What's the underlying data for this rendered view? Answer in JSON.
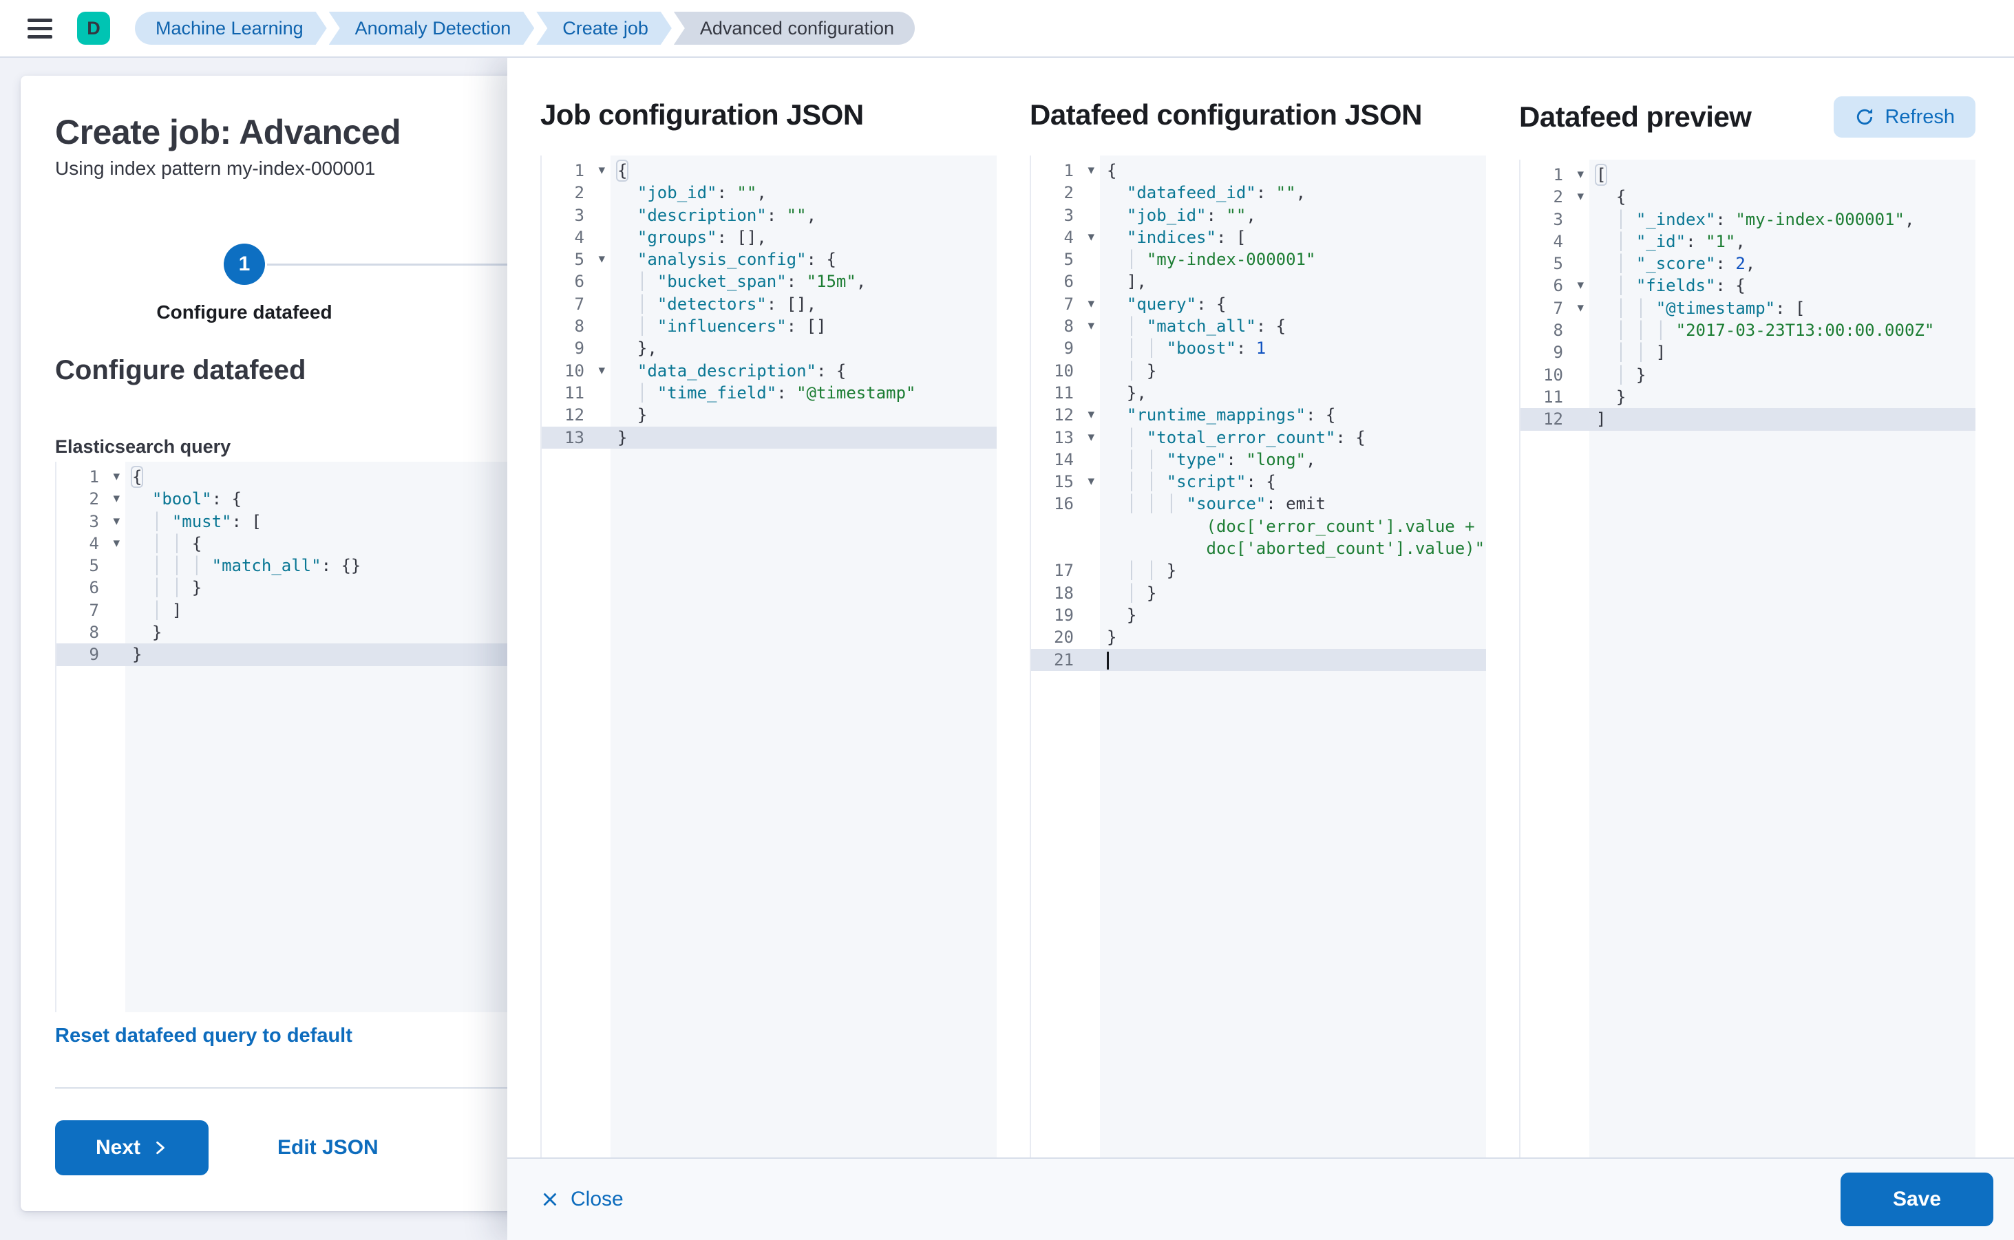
{
  "colors": {
    "primary_blue": "#0d6fc2",
    "link_blue": "#0d6cbd",
    "avatar_teal": "#00c4b3",
    "breadcrumb_blue_bg": "#d3e5f7",
    "breadcrumb_gray_bg": "#d3dae6",
    "editor_bg": "#f5f7fa",
    "active_line_bg": "#dfe4ee",
    "code_key": "#0a7794",
    "code_string": "#1c7d33",
    "code_number": "#0f52c0"
  },
  "topbar": {
    "avatar_letter": "D",
    "breadcrumbs": [
      {
        "label": "Machine Learning",
        "current": false
      },
      {
        "label": "Anomaly Detection",
        "current": false
      },
      {
        "label": "Create job",
        "current": false
      },
      {
        "label": "Advanced configuration",
        "current": true
      }
    ]
  },
  "wizard": {
    "title": "Create job: Advanced",
    "subtitle": "Using index pattern my-index-000001",
    "step_number": "1",
    "step_label": "Configure datafeed",
    "section_heading": "Configure datafeed",
    "query_editor_label": "Elasticsearch query",
    "reset_link": "Reset datafeed query to default",
    "next_button": "Next",
    "edit_json_button": "Edit JSON"
  },
  "es_query_editor": {
    "active_line": 9,
    "lines": [
      {
        "n": 1,
        "fold": true,
        "bh": true,
        "t": "{"
      },
      {
        "n": 2,
        "fold": true,
        "t": "  \"bool\": {"
      },
      {
        "n": 3,
        "fold": true,
        "t": "    \"must\": ["
      },
      {
        "n": 4,
        "fold": true,
        "t": "      {"
      },
      {
        "n": 5,
        "fold": false,
        "t": "        \"match_all\": {}"
      },
      {
        "n": 6,
        "fold": false,
        "t": "      }"
      },
      {
        "n": 7,
        "fold": false,
        "t": "    ]"
      },
      {
        "n": 8,
        "fold": false,
        "t": "  }"
      },
      {
        "n": 9,
        "fold": false,
        "t": "}"
      }
    ]
  },
  "flyout": {
    "job_editor": {
      "title": "Job configuration JSON",
      "active_line": 13,
      "lines": [
        {
          "n": 1,
          "fold": true,
          "bh": true,
          "t": "{"
        },
        {
          "n": 2,
          "fold": false,
          "t": "  \"job_id\": \"\","
        },
        {
          "n": 3,
          "fold": false,
          "t": "  \"description\": \"\","
        },
        {
          "n": 4,
          "fold": false,
          "t": "  \"groups\": [],"
        },
        {
          "n": 5,
          "fold": true,
          "t": "  \"analysis_config\": {"
        },
        {
          "n": 6,
          "fold": false,
          "t": "    \"bucket_span\": \"15m\","
        },
        {
          "n": 7,
          "fold": false,
          "t": "    \"detectors\": [],"
        },
        {
          "n": 8,
          "fold": false,
          "t": "    \"influencers\": []"
        },
        {
          "n": 9,
          "fold": false,
          "t": "  },"
        },
        {
          "n": 10,
          "fold": true,
          "t": "  \"data_description\": {"
        },
        {
          "n": 11,
          "fold": false,
          "t": "    \"time_field\": \"@timestamp\""
        },
        {
          "n": 12,
          "fold": false,
          "t": "  }"
        },
        {
          "n": 13,
          "fold": false,
          "t": "}"
        }
      ]
    },
    "datafeed_editor": {
      "title": "Datafeed configuration JSON",
      "active_line": 21,
      "cursor_line": 21,
      "lines": [
        {
          "n": 1,
          "fold": true,
          "t": "{"
        },
        {
          "n": 2,
          "fold": false,
          "t": "  \"datafeed_id\": \"\","
        },
        {
          "n": 3,
          "fold": false,
          "t": "  \"job_id\": \"\","
        },
        {
          "n": 4,
          "fold": true,
          "t": "  \"indices\": ["
        },
        {
          "n": 5,
          "fold": false,
          "t": "    \"my-index-000001\""
        },
        {
          "n": 6,
          "fold": false,
          "t": "  ],"
        },
        {
          "n": 7,
          "fold": true,
          "t": "  \"query\": {"
        },
        {
          "n": 8,
          "fold": true,
          "t": "    \"match_all\": {"
        },
        {
          "n": 9,
          "fold": false,
          "t": "      \"boost\": 1"
        },
        {
          "n": 10,
          "fold": false,
          "t": "    }"
        },
        {
          "n": 11,
          "fold": false,
          "t": "  },"
        },
        {
          "n": 12,
          "fold": true,
          "t": "  \"runtime_mappings\": {"
        },
        {
          "n": 13,
          "fold": true,
          "t": "    \"total_error_count\": {"
        },
        {
          "n": 14,
          "fold": false,
          "t": "      \"type\": \"long\","
        },
        {
          "n": 15,
          "fold": true,
          "t": "      \"script\": {"
        },
        {
          "n": 16,
          "fold": false,
          "t": "        \"source\": \"emit",
          "wrap": [
            "          (doc['error_count'].value +",
            "          doc['aborted_count'].value)\""
          ]
        },
        {
          "n": 17,
          "fold": false,
          "t": "      }"
        },
        {
          "n": 18,
          "fold": false,
          "t": "    }"
        },
        {
          "n": 19,
          "fold": false,
          "t": "  }"
        },
        {
          "n": 20,
          "fold": false,
          "t": "}"
        },
        {
          "n": 21,
          "fold": false,
          "t": ""
        }
      ]
    },
    "preview": {
      "title": "Datafeed preview",
      "refresh_button": "Refresh",
      "active_line": 12,
      "lines": [
        {
          "n": 1,
          "fold": true,
          "bh": true,
          "t": "["
        },
        {
          "n": 2,
          "fold": true,
          "t": "  {"
        },
        {
          "n": 3,
          "fold": false,
          "t": "    \"_index\": \"my-index-000001\","
        },
        {
          "n": 4,
          "fold": false,
          "t": "    \"_id\": \"1\","
        },
        {
          "n": 5,
          "fold": false,
          "t": "    \"_score\": 2,"
        },
        {
          "n": 6,
          "fold": true,
          "t": "    \"fields\": {"
        },
        {
          "n": 7,
          "fold": true,
          "t": "      \"@timestamp\": ["
        },
        {
          "n": 8,
          "fold": false,
          "t": "        \"2017-03-23T13:00:00.000Z\""
        },
        {
          "n": 9,
          "fold": false,
          "t": "      ]"
        },
        {
          "n": 10,
          "fold": false,
          "t": "    }"
        },
        {
          "n": 11,
          "fold": false,
          "t": "  }"
        },
        {
          "n": 12,
          "fold": false,
          "t": "]"
        }
      ]
    },
    "close_button": "Close",
    "save_button": "Save"
  }
}
